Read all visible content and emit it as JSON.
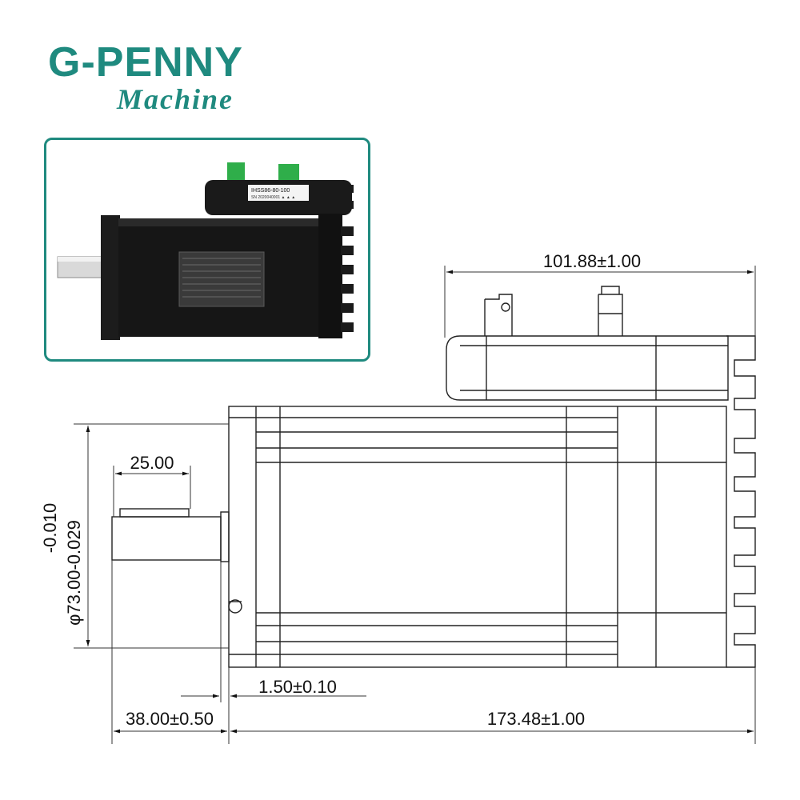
{
  "brand": {
    "name": "G-PENNY",
    "tagline": "Machine",
    "color": "#1f8a7f"
  },
  "photo": {
    "label_line1": "IHSS86-80-100",
    "label_line2": "SN 2020040001 ▲ ▲ ▲"
  },
  "dimensions": {
    "top_width": "101.88±1.00",
    "shaft_length": "25.00",
    "diameter_tolerance": "-0.010",
    "diameter": "φ73.00-0.029",
    "flange_thickness": "1.50±0.10",
    "shaft_extension": "38.00±0.50",
    "body_length": "173.48±1.00"
  }
}
